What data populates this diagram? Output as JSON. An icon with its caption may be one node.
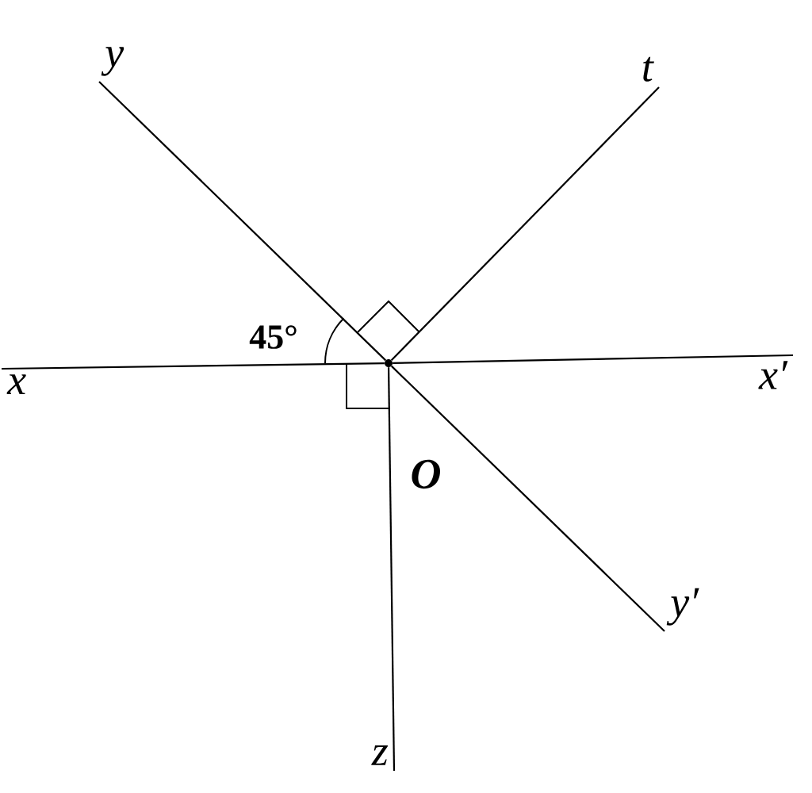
{
  "diagram": {
    "nodes": [
      {
        "text": [
          "y"
        ]
      },
      {
        "text": [
          "t"
        ]
      },
      {
        "text": [
          "x"
        ]
      },
      {
        "text": [
          "x′"
        ]
      },
      {
        "text": [
          "y′"
        ]
      },
      {
        "text": [
          "z"
        ]
      },
      {
        "text": [],
        "shape": "circle"
      }
    ],
    "edges": [
      {
        "from": 6,
        "to": 0,
        "arrow": "none"
      },
      {
        "from": 6,
        "to": 1,
        "arrow": "none"
      },
      {
        "from": 6,
        "to": 2,
        "arrow": "none"
      },
      {
        "from": 6,
        "to": 3,
        "arrow": "none"
      },
      {
        "from": 6,
        "to": 4,
        "arrow": "none"
      },
      {
        "from": 6,
        "to": 5,
        "arrow": "none"
      }
    ],
    "labels": [
      "45°",
      "O"
    ]
  }
}
